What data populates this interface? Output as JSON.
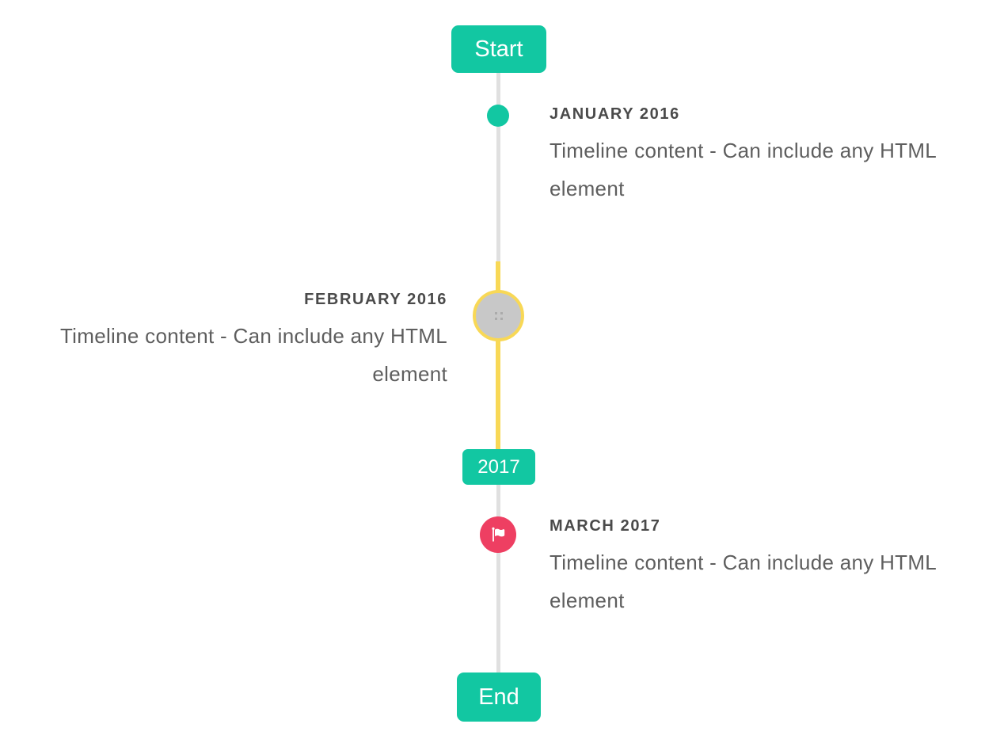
{
  "timeline": {
    "start_button_label": "Start",
    "end_button_label": "End",
    "year_badge_label": "2017",
    "entries": [
      {
        "id": "january-2016",
        "title": "JANUARY 2016",
        "content": "Timeline content - Can include any HTML element",
        "side": "right",
        "bullet": "teal-dot"
      },
      {
        "id": "february-2016",
        "title": "FEBRUARY 2016",
        "content": "Timeline content - Can include any HTML element",
        "side": "left",
        "bullet": "image-placeholder-circle-yellow-ring"
      },
      {
        "id": "march-2017",
        "title": "MARCH 2017",
        "content": "Timeline content - Can include any HTML element",
        "side": "right",
        "bullet": "flag-circle"
      }
    ],
    "colors": {
      "accent": "#12c7a2",
      "flag_red": "#ee3f62",
      "highlight_yellow": "#f8d856",
      "line_gray": "#e0e0e0",
      "bullet_gray": "#c8c8c8",
      "title_text": "#4a4a4a",
      "content_text": "#5e5e5e"
    }
  }
}
